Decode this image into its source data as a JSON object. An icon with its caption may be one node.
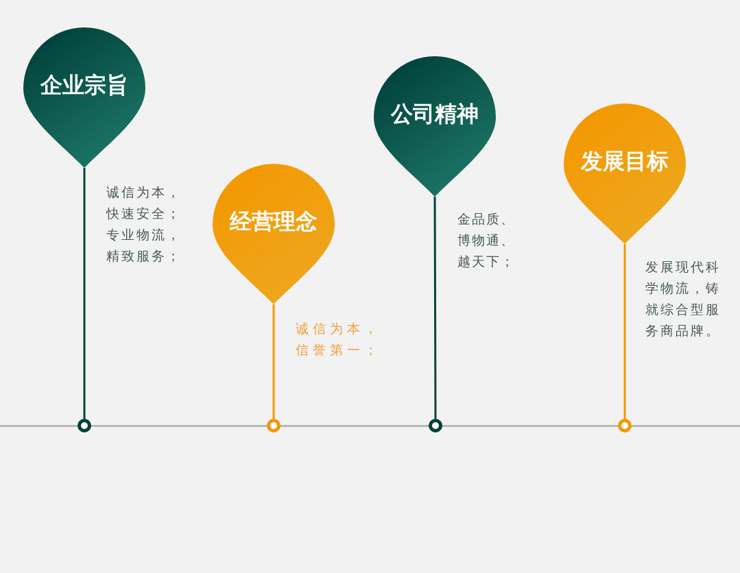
{
  "diagram": {
    "nodes": [
      {
        "text": [
          "企业宗旨"
        ],
        "beside": [
          "诚信为本，快速安全；专业物流，精致服务；"
        ]
      },
      {
        "text": [
          "经营理念"
        ],
        "beside": [
          "诚信为本，信誉第一；"
        ]
      },
      {
        "text": [
          "公司精神"
        ],
        "beside": [
          "金品质、博物通、越天下；"
        ]
      },
      {
        "text": [
          "发展目标"
        ],
        "beside": [
          "发展现代科学物流，铸就综合型服务商品牌。"
        ]
      },
      {
        "text": [],
        "shape": "circle"
      },
      {
        "text": [],
        "shape": "circle"
      },
      {
        "text": [],
        "shape": "circle"
      },
      {
        "text": [],
        "shape": "circle"
      }
    ],
    "edges": [
      {
        "from": 0,
        "to": 4,
        "arrow": "none",
        "color": "#00443a"
      },
      {
        "from": 1,
        "to": 5,
        "arrow": "none",
        "color": "#f39800"
      },
      {
        "from": 2,
        "to": 6,
        "arrow": "none",
        "color": "#00443a"
      },
      {
        "from": 3,
        "to": 7,
        "arrow": "none",
        "color": "#f39800"
      }
    ]
  }
}
